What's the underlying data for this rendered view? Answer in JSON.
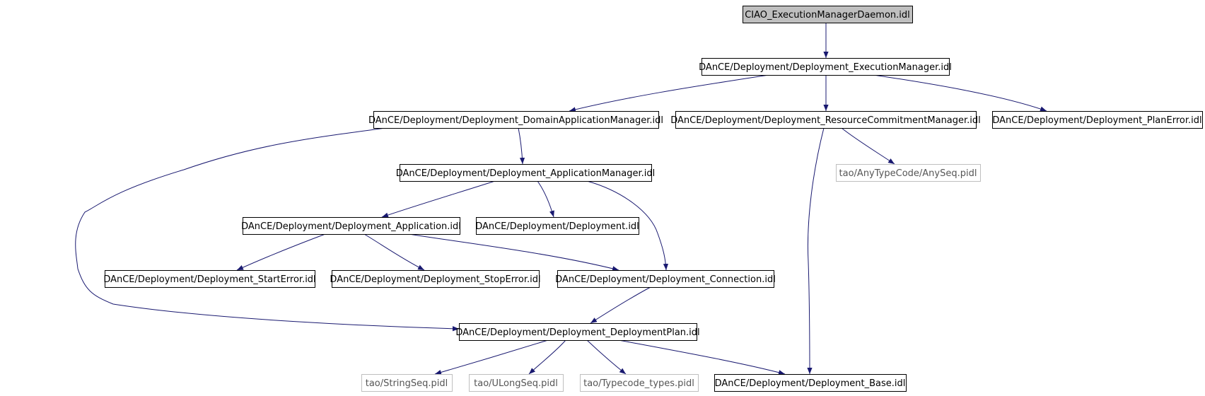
{
  "diagram": {
    "type": "include-dependency-graph",
    "nodes": [
      {
        "id": "root",
        "label": "CIAO_ExecutionManagerDaemon.idl",
        "style": "root"
      },
      {
        "id": "em",
        "label": "DAnCE/Deployment/Deployment_ExecutionManager.idl",
        "style": "normal"
      },
      {
        "id": "dam",
        "label": "DAnCE/Deployment/Deployment_DomainApplicationManager.idl",
        "style": "normal"
      },
      {
        "id": "rcm",
        "label": "DAnCE/Deployment/Deployment_ResourceCommitmentManager.idl",
        "style": "normal"
      },
      {
        "id": "pe",
        "label": "DAnCE/Deployment/Deployment_PlanError.idl",
        "style": "normal"
      },
      {
        "id": "am",
        "label": "DAnCE/Deployment/Deployment_ApplicationManager.idl",
        "style": "normal"
      },
      {
        "id": "anyseq",
        "label": "tao/AnyTypeCode/AnySeq.pidl",
        "style": "external"
      },
      {
        "id": "app",
        "label": "DAnCE/Deployment/Deployment_Application.idl",
        "style": "normal"
      },
      {
        "id": "dep",
        "label": "DAnCE/Deployment/Deployment.idl",
        "style": "normal"
      },
      {
        "id": "se",
        "label": "DAnCE/Deployment/Deployment_StartError.idl",
        "style": "normal"
      },
      {
        "id": "ste",
        "label": "DAnCE/Deployment/Deployment_StopError.idl",
        "style": "normal"
      },
      {
        "id": "conn",
        "label": "DAnCE/Deployment/Deployment_Connection.idl",
        "style": "normal"
      },
      {
        "id": "dp",
        "label": "DAnCE/Deployment/Deployment_DeploymentPlan.idl",
        "style": "normal"
      },
      {
        "id": "strseq",
        "label": "tao/StringSeq.pidl",
        "style": "external"
      },
      {
        "id": "ulseq",
        "label": "tao/ULongSeq.pidl",
        "style": "external"
      },
      {
        "id": "tctypes",
        "label": "tao/Typecode_types.pidl",
        "style": "external"
      },
      {
        "id": "base",
        "label": "DAnCE/Deployment/Deployment_Base.idl",
        "style": "normal"
      }
    ],
    "edges": [
      {
        "from": "root",
        "to": "em"
      },
      {
        "from": "em",
        "to": "dam"
      },
      {
        "from": "em",
        "to": "rcm"
      },
      {
        "from": "em",
        "to": "pe"
      },
      {
        "from": "dam",
        "to": "am"
      },
      {
        "from": "dam",
        "to": "dp"
      },
      {
        "from": "rcm",
        "to": "anyseq"
      },
      {
        "from": "rcm",
        "to": "base"
      },
      {
        "from": "am",
        "to": "app"
      },
      {
        "from": "am",
        "to": "dep"
      },
      {
        "from": "am",
        "to": "conn"
      },
      {
        "from": "app",
        "to": "se"
      },
      {
        "from": "app",
        "to": "ste"
      },
      {
        "from": "app",
        "to": "conn"
      },
      {
        "from": "conn",
        "to": "dp"
      },
      {
        "from": "dp",
        "to": "strseq"
      },
      {
        "from": "dp",
        "to": "ulseq"
      },
      {
        "from": "dp",
        "to": "tctypes"
      },
      {
        "from": "dp",
        "to": "base"
      }
    ],
    "colors": {
      "edge": "#191970",
      "root_fill": "#bfbfbf",
      "node_border": "#000000",
      "external_border": "#bfbfbf",
      "node_fill": "#ffffff"
    }
  }
}
